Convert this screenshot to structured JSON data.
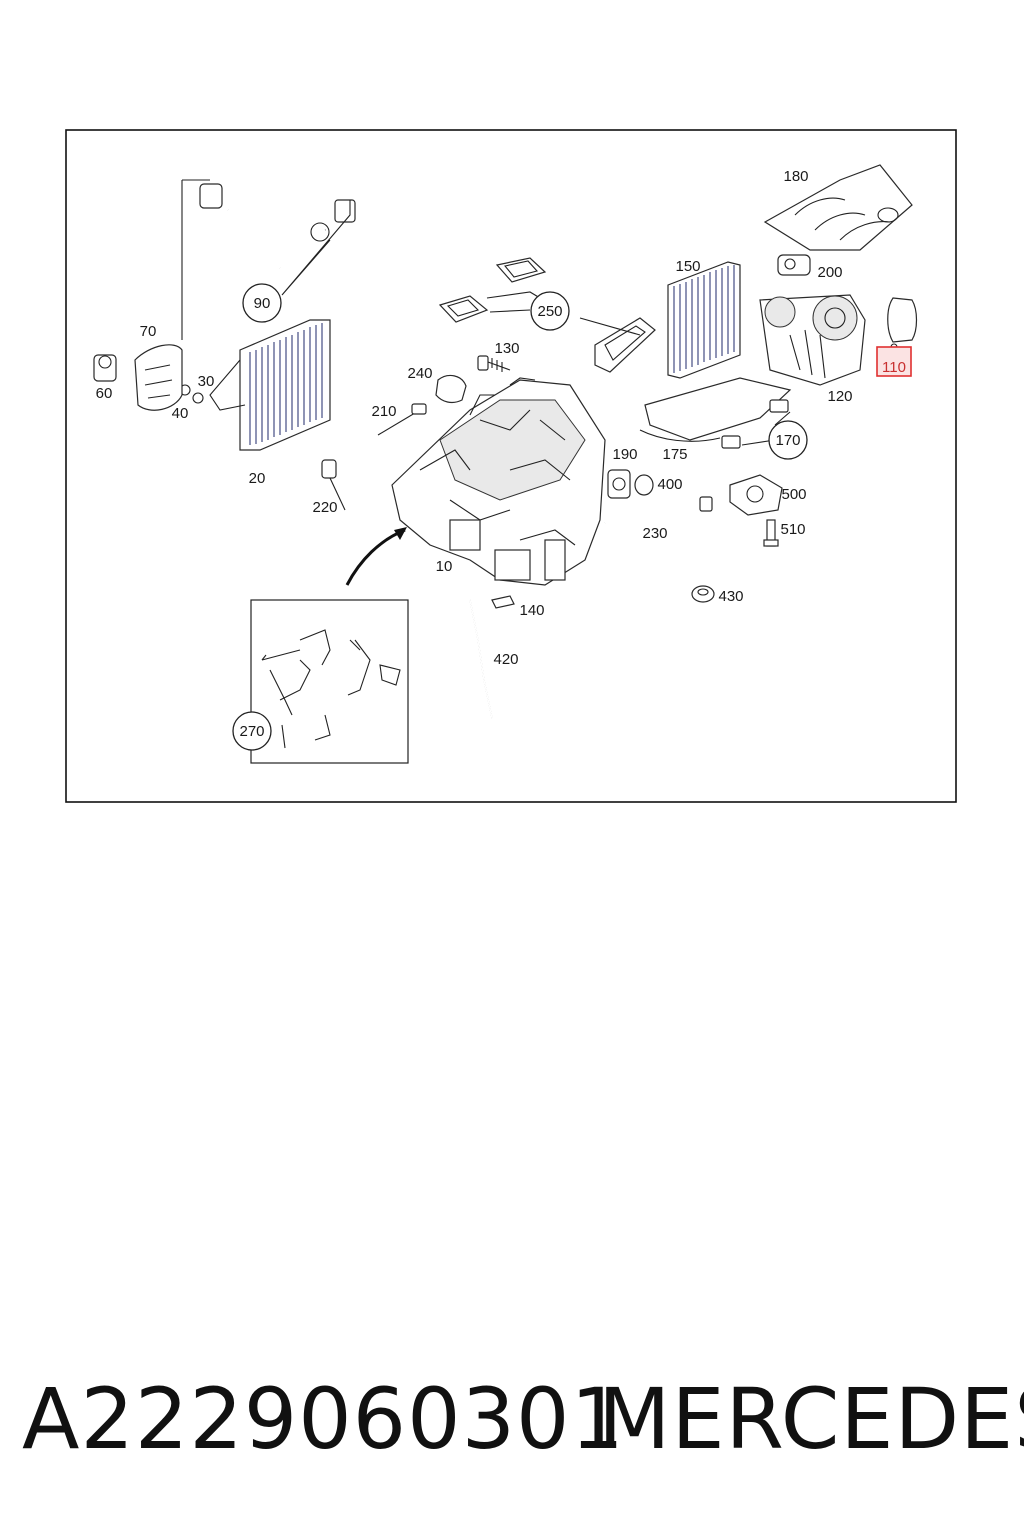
{
  "labels": {
    "l10": "10",
    "l20": "20",
    "l30": "30",
    "l40": "40",
    "l60": "60",
    "l70": "70",
    "l90": "90",
    "l110": "110",
    "l120": "120",
    "l130": "130",
    "l140": "140",
    "l150": "150",
    "l170": "170",
    "l175": "175",
    "l180": "180",
    "l190": "190",
    "l200": "200",
    "l210": "210",
    "l220": "220",
    "l230": "230",
    "l240": "240",
    "l250": "250",
    "l270": "270",
    "l400": "400",
    "l420": "420",
    "l430": "430",
    "l500": "500",
    "l510": "510"
  },
  "highlight": {
    "label": "110",
    "color": "#e03030"
  },
  "footer": {
    "part_number": "A2229060301",
    "brand": "MERCEDES"
  },
  "colors": {
    "frame": "#111111",
    "hatch": "#1f2a6b",
    "highlight": "#e03030"
  }
}
